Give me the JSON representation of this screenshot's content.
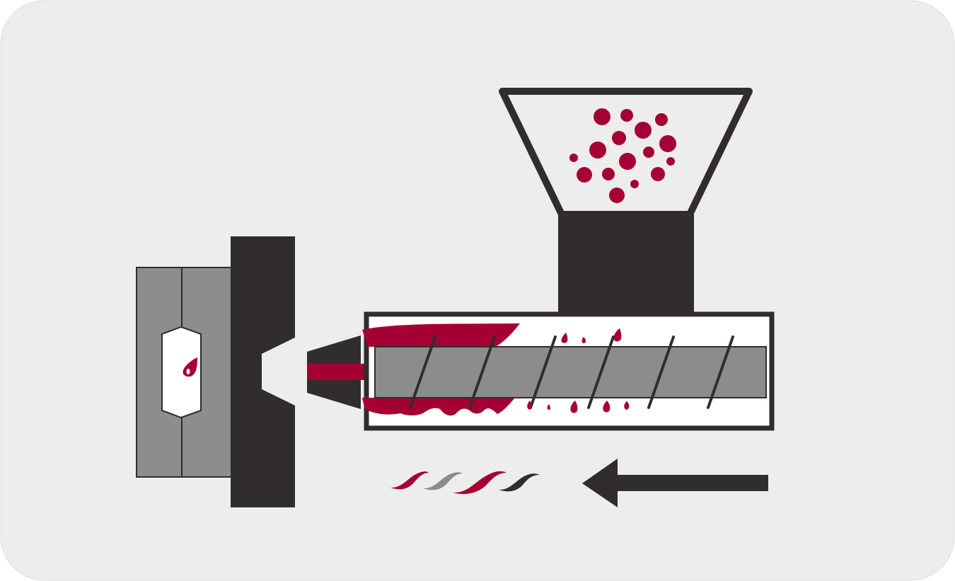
{
  "diagram": {
    "subject": "injection-molding-machine",
    "colors": {
      "panel": "#eeeded",
      "dark": "#312d2d",
      "screw_gray": "#8c8c8c",
      "mold_gray": "#8d8d8d",
      "melt_red": "#a50034",
      "outline": "#312d2d"
    },
    "parts": [
      "hopper",
      "plastic-pellets",
      "feed-throat",
      "barrel",
      "screw",
      "molten-plastic",
      "nozzle",
      "injected-melt",
      "fixed-platen",
      "mold",
      "mold-cavity",
      "flow-waves",
      "direction-arrow"
    ],
    "arrow_direction": "left"
  }
}
